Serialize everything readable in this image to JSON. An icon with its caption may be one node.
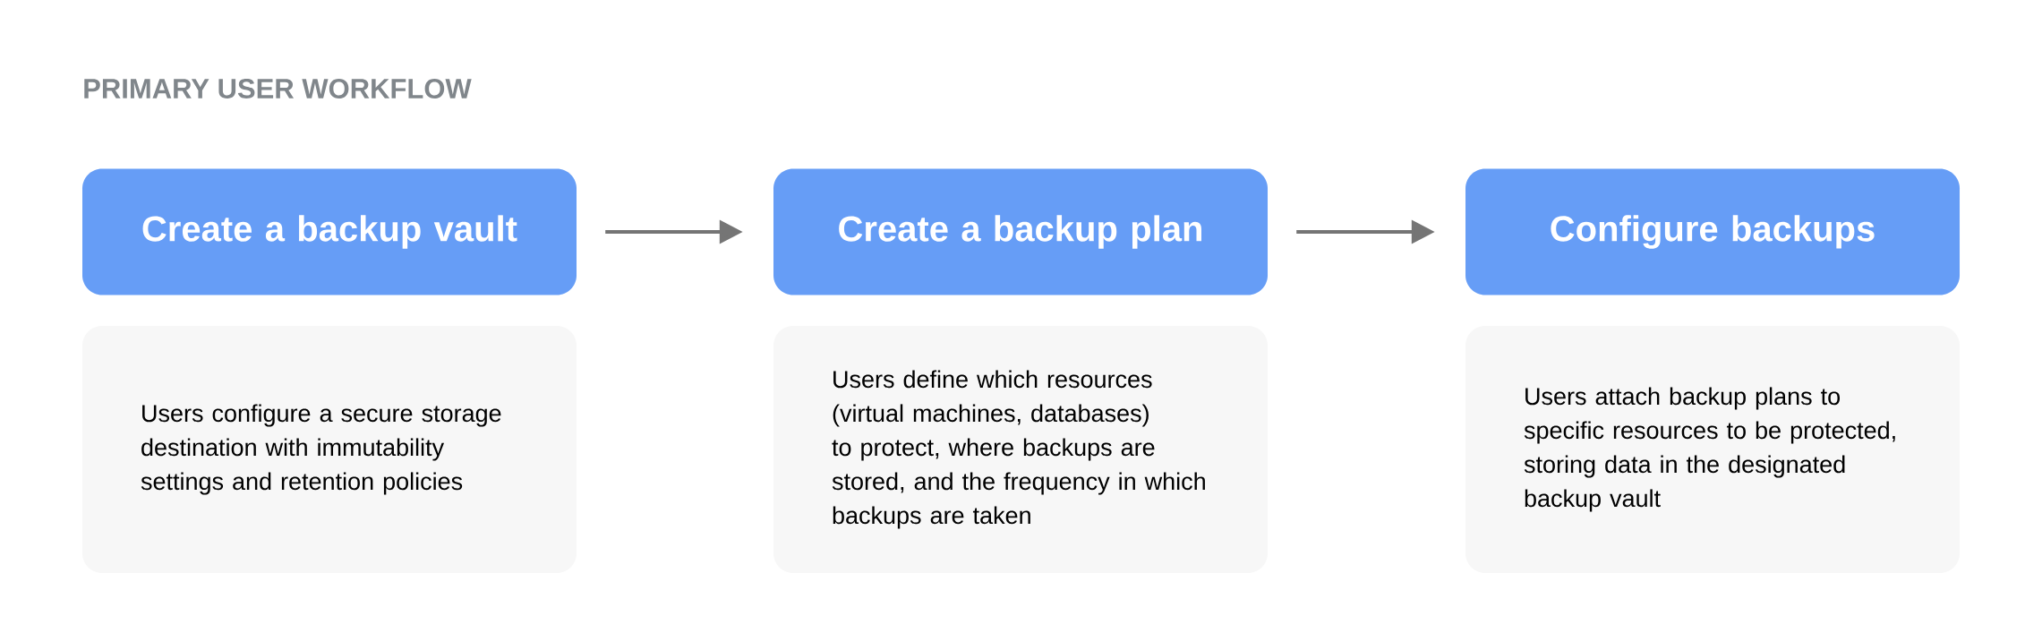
{
  "diagram": {
    "title": "PRIMARY USER WORKFLOW",
    "nodes": [
      {
        "text": [
          "Create a backup vault"
        ]
      },
      {
        "text": [
          "Create a backup plan"
        ]
      },
      {
        "text": [
          "Configure backups"
        ]
      },
      {
        "text": [
          "Users configure a secure storage destination with immutability settings and retention policies"
        ]
      },
      {
        "text": [
          "Users define which resources (virtual machines, databases) to protect, where backups are stored, and the frequency in which backups are taken"
        ]
      },
      {
        "text": [
          "Users attach backup plans to specific resources to be protected, storing data in the designated backup vault"
        ]
      }
    ],
    "edges": [
      {
        "from": 0,
        "to": 1,
        "arrow": "to"
      },
      {
        "from": 1,
        "to": 2,
        "arrow": "to"
      }
    ]
  }
}
